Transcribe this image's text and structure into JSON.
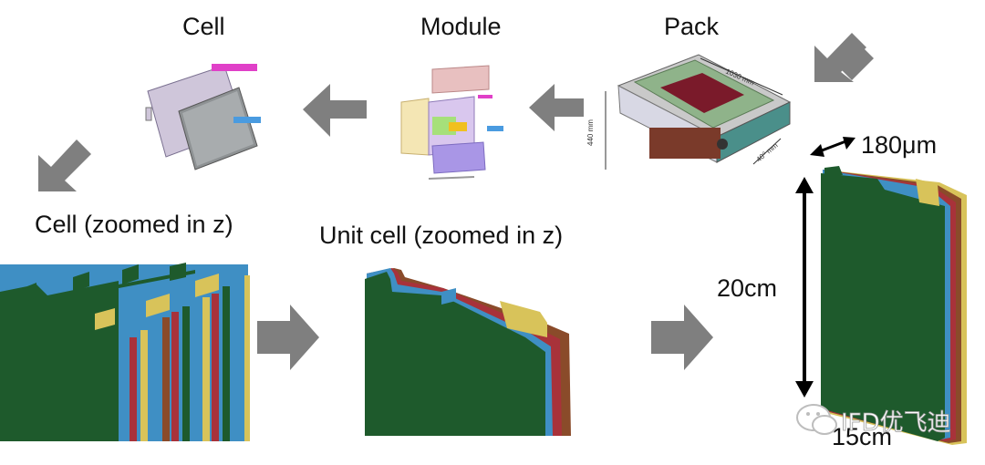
{
  "labels": {
    "cell": "Cell",
    "module": "Module",
    "pack": "Pack",
    "cell_zoomed": "Cell (zoomed in z)",
    "unit_cell_zoomed": "Unit cell (zoomed in z)",
    "thickness": "180μm",
    "height": "20cm",
    "width": "15cm"
  },
  "pack_dims": {
    "length": "1030 mm",
    "height": "440 mm",
    "depth": "40⁰ mm"
  },
  "watermark": "IFD优飞迪",
  "colors": {
    "arrow": "#7f7f7f",
    "anode_green": "#1e5a2c",
    "separator_blue": "#3f8fc4",
    "cathode_red": "#a8323a",
    "foil_brown": "#8a4b2a",
    "tab_yellow": "#d8c35a",
    "module_pink": "#e3b8c6",
    "module_purple": "#b9a6e6"
  }
}
